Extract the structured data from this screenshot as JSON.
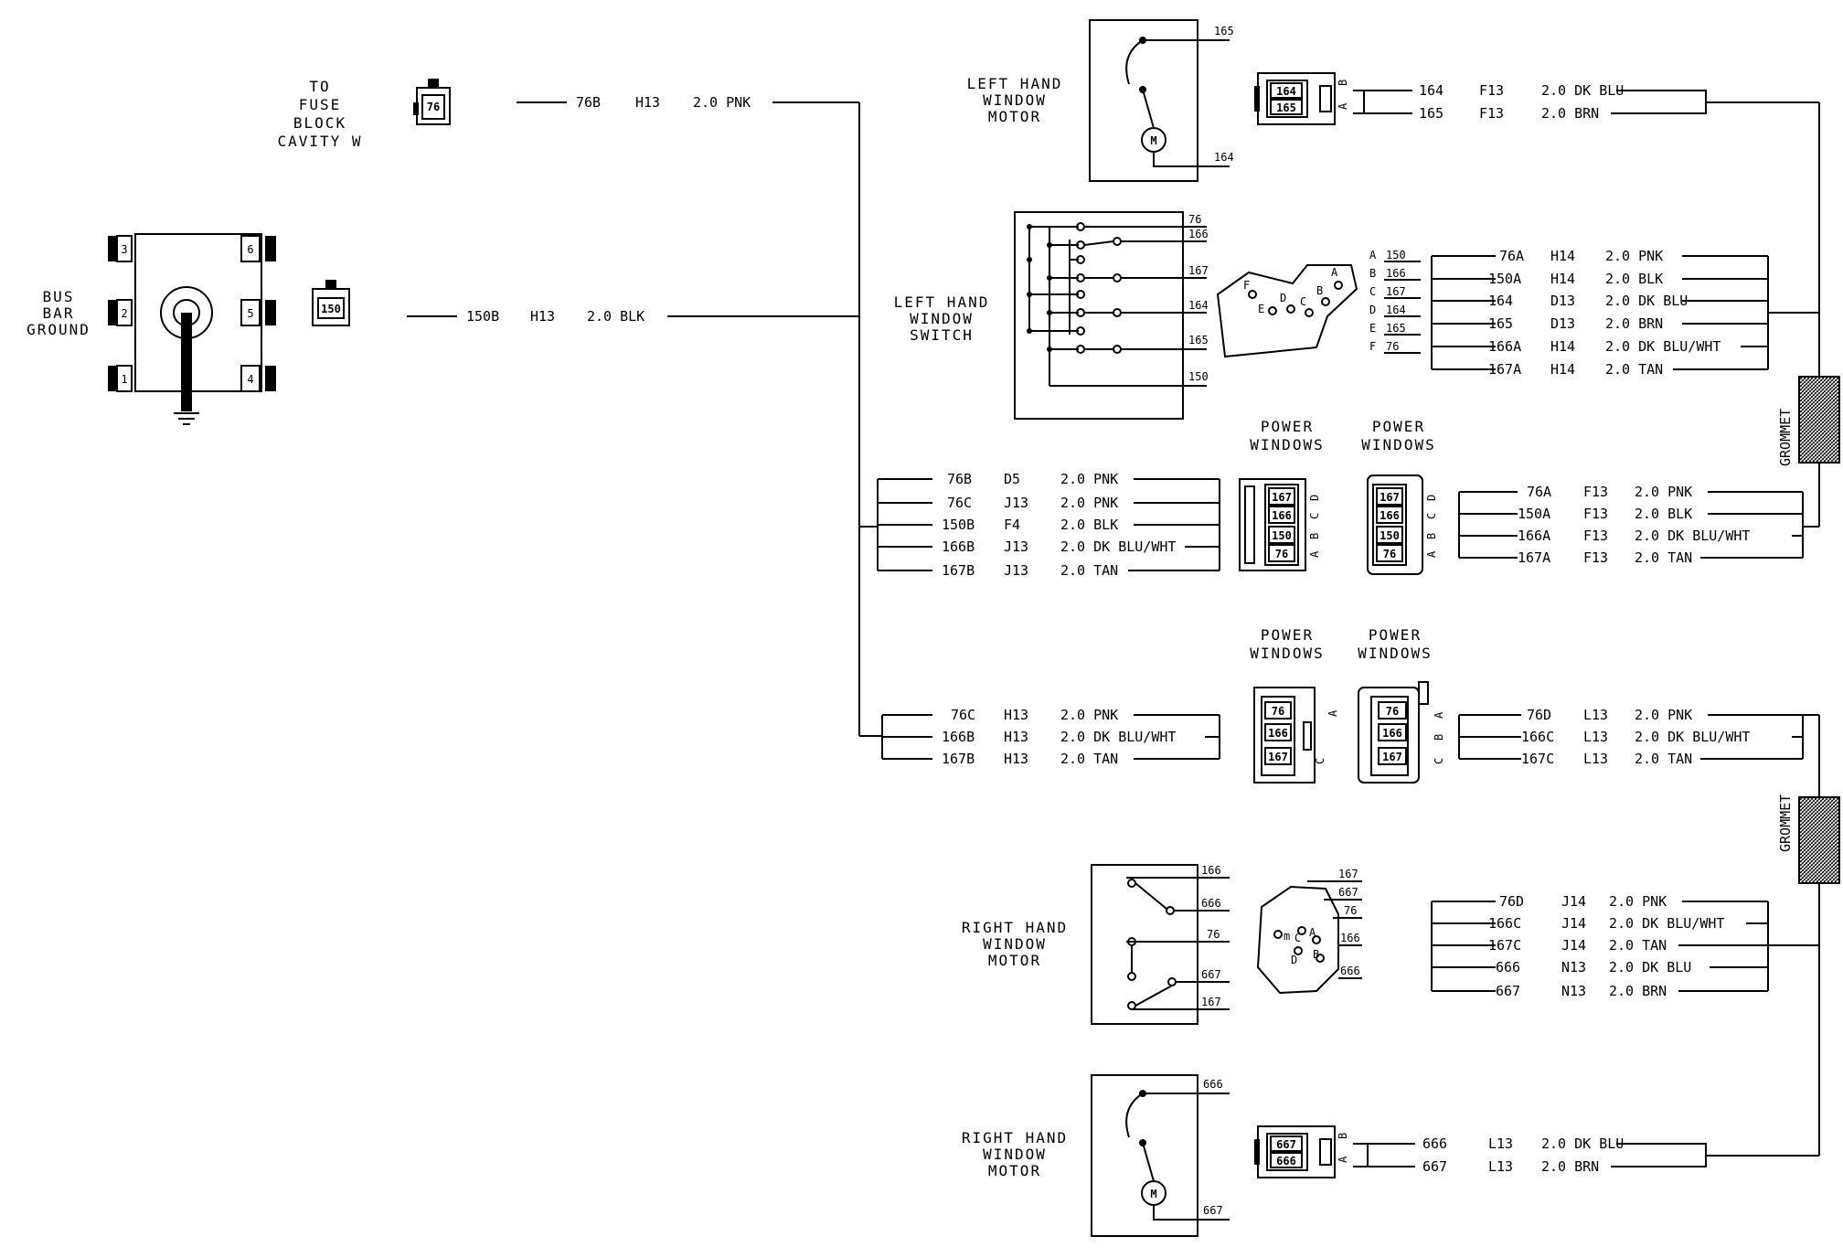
{
  "labels": {
    "fuse_lines": [
      "TO",
      "FUSE",
      "BLOCK",
      "CAVITY W"
    ],
    "bus_lines": [
      "BUS",
      "BAR",
      "GROUND"
    ],
    "lh_motor_lines": [
      "LEFT HAND",
      "WINDOW",
      "MOTOR"
    ],
    "lh_switch_lines": [
      "LEFT HAND",
      "WINDOW",
      "SWITCH"
    ],
    "rh_switch_lines": [
      "RIGHT HAND",
      "WINDOW",
      "MOTOR"
    ],
    "rh_motor_lines": [
      "RIGHT HAND",
      "WINDOW",
      "MOTOR"
    ],
    "pw1_left": [
      "POWER",
      "WINDOWS"
    ],
    "pw1_right": [
      "POWER",
      "WINDOWS"
    ],
    "pw2_left": [
      "POWER",
      "WINDOWS"
    ],
    "pw2_right": [
      "POWER",
      "WINDOWS"
    ],
    "grommet1": "GROMMET",
    "grommet2": "GROMMET"
  },
  "fuse_connector_pin": "76",
  "fuse_wire": [
    "76B",
    "H13",
    "2.0 PNK"
  ],
  "bus_connector_pin": "150",
  "bus_wire": [
    "150B",
    "H13",
    "2.0 BLK"
  ],
  "bus_terminals": [
    "3",
    "2",
    "1",
    "6",
    "5",
    "4"
  ],
  "lh_motor": {
    "terms": [
      "165",
      "164"
    ],
    "motor_symbol": "M",
    "conn_pins": [
      "164",
      "165"
    ],
    "conn_letters": [
      "B",
      "A"
    ],
    "wires": [
      [
        "164",
        "F13",
        "2.0 DK BLU"
      ],
      [
        "165",
        "F13",
        "2.0 BRN"
      ]
    ]
  },
  "lh_switch": {
    "terms": [
      "76",
      "166",
      "167",
      "164",
      "165",
      "150"
    ],
    "plug_letters": [
      "F",
      "E",
      "D",
      "C",
      "B",
      "A"
    ],
    "cavities": [
      [
        "A",
        "150"
      ],
      [
        "B",
        "166"
      ],
      [
        "C",
        "167"
      ],
      [
        "D",
        "164"
      ],
      [
        "E",
        "165"
      ],
      [
        "F",
        "76"
      ]
    ],
    "wires": [
      [
        "76A",
        "H14",
        "2.0 PNK"
      ],
      [
        "150A",
        "H14",
        "2.0 BLK"
      ],
      [
        "164",
        "D13",
        "2.0 DK BLU"
      ],
      [
        "165",
        "D13",
        "2.0 BRN"
      ],
      [
        "166A",
        "H14",
        "2.0 DK BLU/WHT"
      ],
      [
        "167A",
        "H14",
        "2.0 TAN"
      ]
    ]
  },
  "pw1": {
    "left_wires": [
      [
        "76B",
        "D5",
        "2.0 PNK"
      ],
      [
        "76C",
        "J13",
        "2.0 PNK"
      ],
      [
        "150B",
        "F4",
        "2.0 BLK"
      ],
      [
        "166B",
        "J13",
        "2.0 DK BLU/WHT"
      ],
      [
        "167B",
        "J13",
        "2.0 TAN"
      ]
    ],
    "pins": [
      "167",
      "166",
      "150",
      "76"
    ],
    "letters": [
      "D",
      "C",
      "B",
      "A"
    ],
    "right_wires": [
      [
        "76A",
        "F13",
        "2.0 PNK"
      ],
      [
        "150A",
        "F13",
        "2.0 BLK"
      ],
      [
        "166A",
        "F13",
        "2.0 DK BLU/WHT"
      ],
      [
        "167A",
        "F13",
        "2.0 TAN"
      ]
    ]
  },
  "pw2": {
    "left_wires": [
      [
        "76C",
        "H13",
        "2.0 PNK"
      ],
      [
        "166B",
        "H13",
        "2.0 DK BLU/WHT"
      ],
      [
        "167B",
        "H13",
        "2.0 TAN"
      ]
    ],
    "pins": [
      "76",
      "166",
      "167"
    ],
    "letters_left": [
      "A",
      "C"
    ],
    "letters_right": [
      "C",
      "B",
      "A"
    ],
    "right_wires": [
      [
        "76D",
        "L13",
        "2.0 PNK"
      ],
      [
        "166C",
        "L13",
        "2.0 DK BLU/WHT"
      ],
      [
        "167C",
        "L13",
        "2.0 TAN"
      ]
    ]
  },
  "rh_switch": {
    "terms": [
      "166",
      "666",
      "76",
      "667",
      "167"
    ],
    "plug_terms": [
      "167",
      "667",
      "76",
      "166",
      "666"
    ],
    "plug_letters": [
      "m",
      "C",
      "D",
      "A",
      "B"
    ],
    "wires": [
      [
        "76D",
        "J14",
        "2.0 PNK"
      ],
      [
        "166C",
        "J14",
        "2.0 DK BLU/WHT"
      ],
      [
        "167C",
        "J14",
        "2.0 TAN"
      ],
      [
        "666",
        "N13",
        "2.0 DK BLU"
      ],
      [
        "667",
        "N13",
        "2.0 BRN"
      ]
    ]
  },
  "rh_motor": {
    "terms": [
      "666",
      "667"
    ],
    "motor_symbol": "M",
    "conn_pins": [
      "667",
      "666"
    ],
    "conn_letters": [
      "B",
      "A"
    ],
    "wires": [
      [
        "666",
        "L13",
        "2.0 DK BLU"
      ],
      [
        "667",
        "L13",
        "2.0 BRN"
      ]
    ]
  }
}
